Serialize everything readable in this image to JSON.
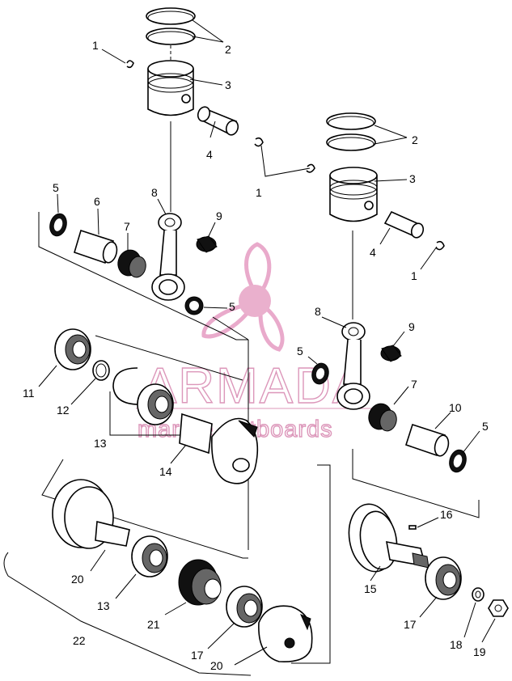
{
  "watermark": {
    "brand": "ARMADA",
    "tagline": "marine outboards",
    "color": "#e7a1c6",
    "hub_color": "#e8a8c8"
  },
  "callouts": {
    "c1a": "1",
    "c2a": "2",
    "c3a": "3",
    "c4a": "4",
    "c1b": "1",
    "c2b": "2",
    "c3b": "3",
    "c4b": "4",
    "c1c": "1",
    "c5a": "5",
    "c6": "6",
    "c7a": "7",
    "c8a": "8",
    "c9a": "9",
    "c5b": "5",
    "c8b": "8",
    "c9b": "9",
    "c5c": "5",
    "c7b": "7",
    "c10": "10",
    "c5d": "5",
    "c11": "11",
    "c12": "12",
    "c13a": "13",
    "c14": "14",
    "c16": "16",
    "c15": "15",
    "c17a": "17",
    "c18": "18",
    "c19": "19",
    "c20a": "20",
    "c13b": "13",
    "c21": "21",
    "c17b": "17",
    "c20b": "20",
    "c22": "22"
  }
}
